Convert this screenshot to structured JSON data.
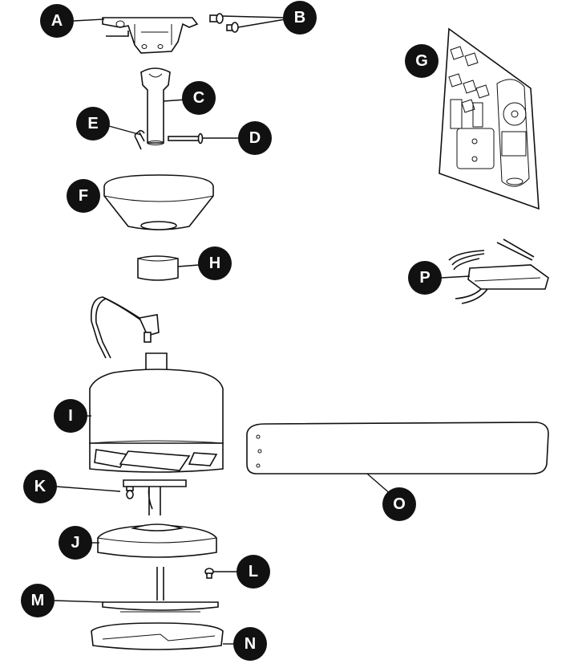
{
  "diagram": {
    "labels": [
      "A",
      "B",
      "C",
      "D",
      "E",
      "F",
      "G",
      "H",
      "I",
      "J",
      "K",
      "L",
      "M",
      "N",
      "O",
      "P"
    ],
    "colors": {
      "label_fill": "#111111",
      "label_text": "#ffffff",
      "line": "#111111"
    }
  }
}
